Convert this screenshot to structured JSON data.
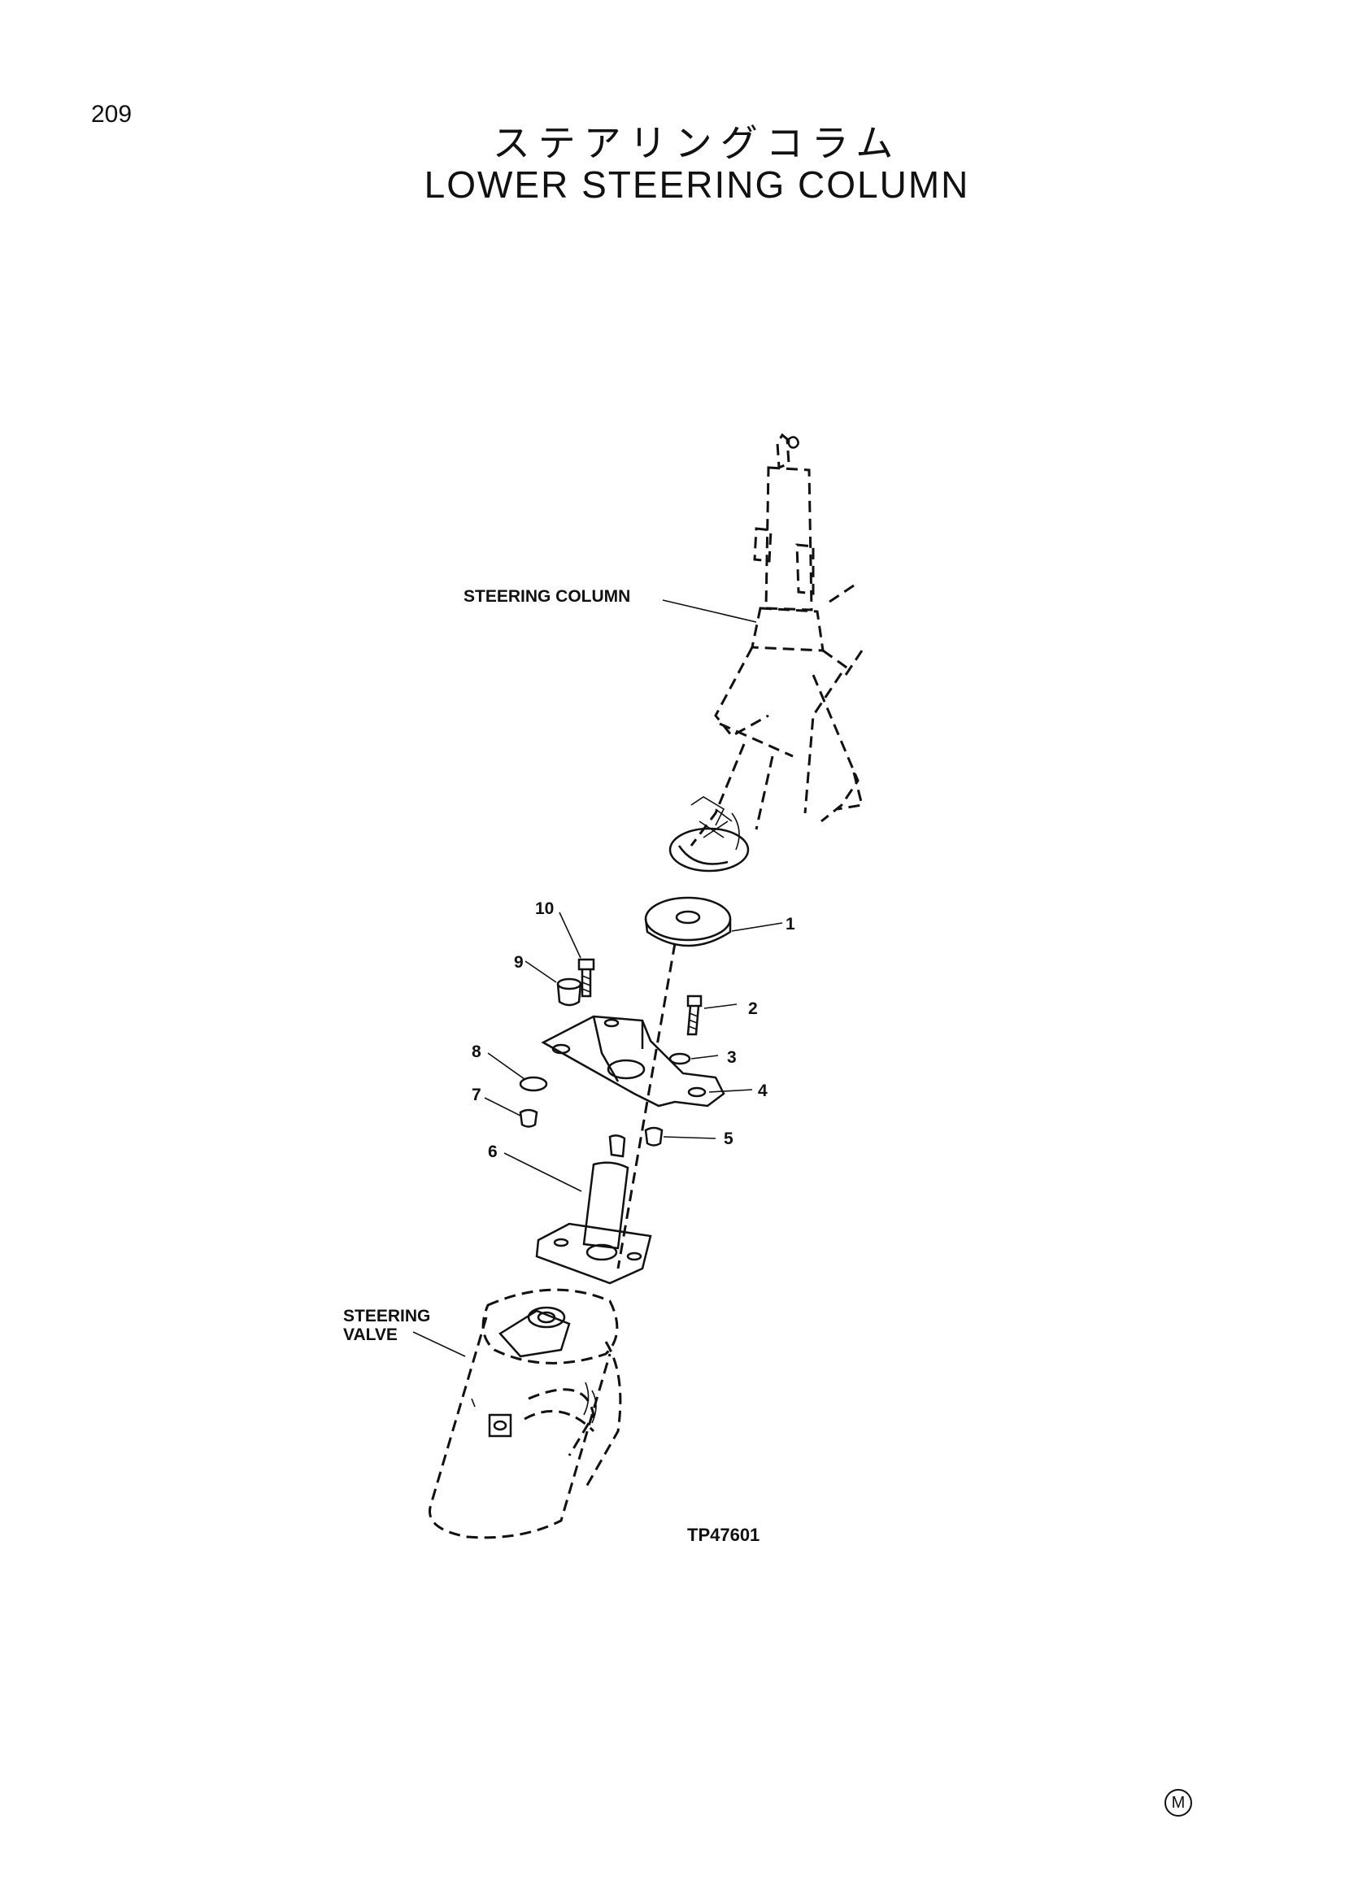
{
  "page": {
    "number": "209",
    "title_jp": "ステアリングコラム",
    "title_en": "LOWER STEERING COLUMN"
  },
  "diagram": {
    "labels": {
      "steering_column": "STEERING COLUMN",
      "steering_valve_line1": "STEERING",
      "steering_valve_line2": "VALVE"
    },
    "part_numbers": [
      "1",
      "2",
      "3",
      "4",
      "5",
      "6",
      "7",
      "8",
      "9",
      "10"
    ],
    "reference_code": "TP47601",
    "corner_mark": "M"
  }
}
